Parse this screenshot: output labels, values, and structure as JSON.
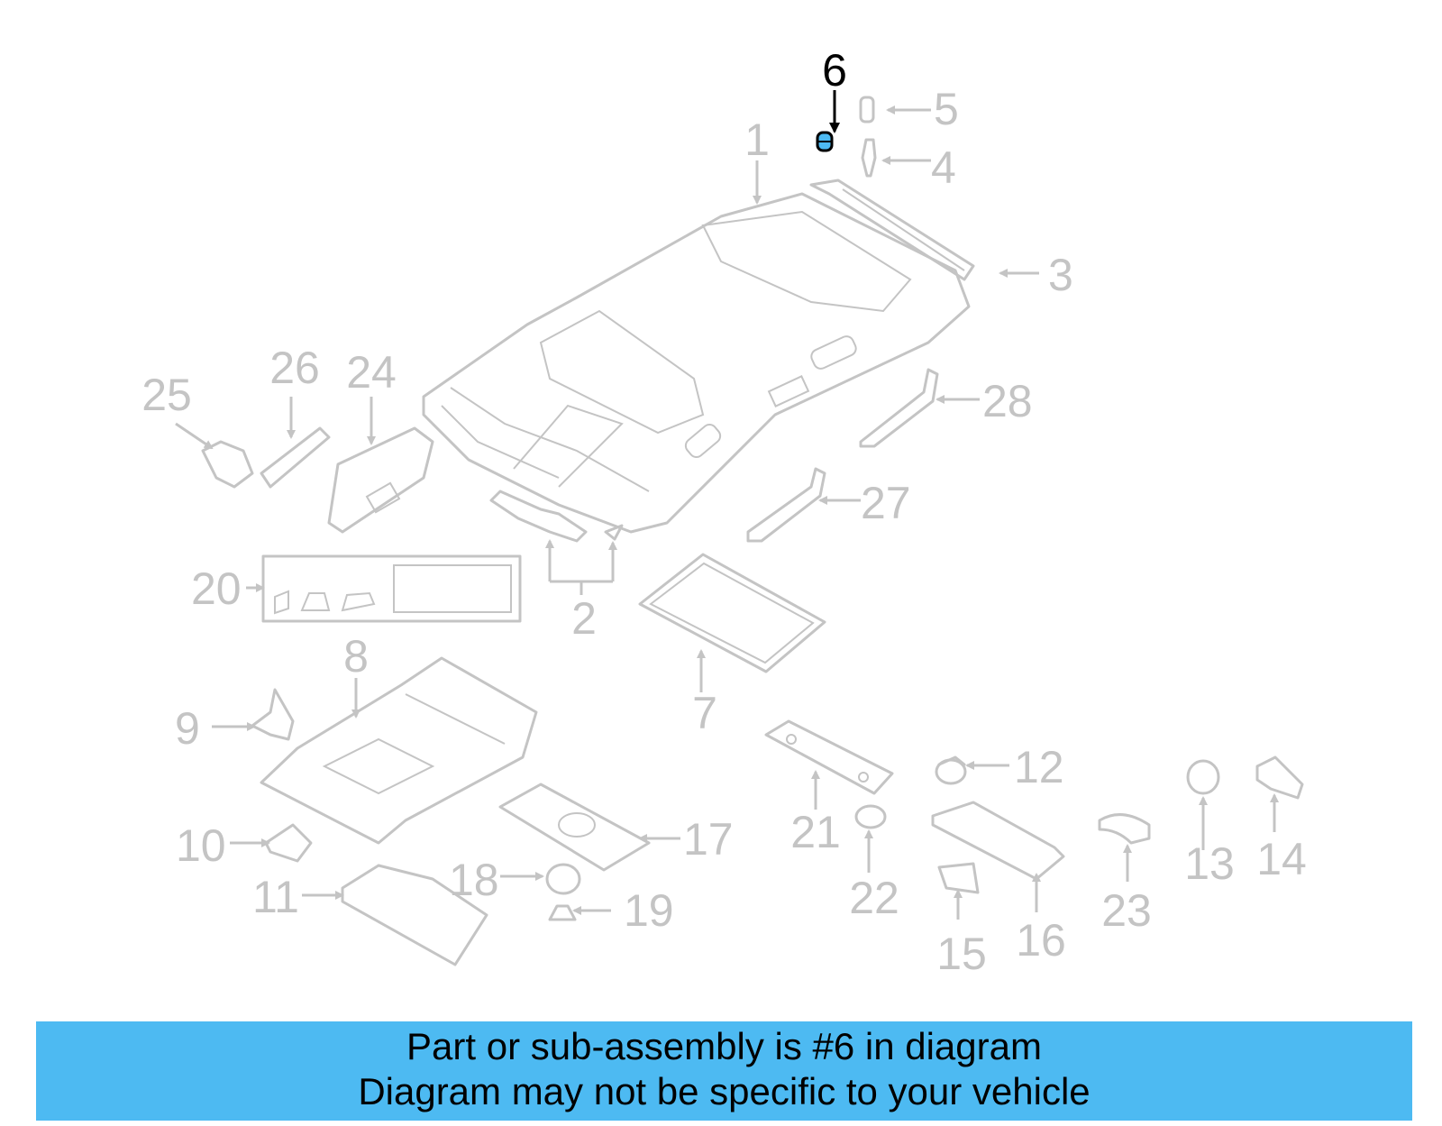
{
  "banner": {
    "line1": "Part or sub-assembly is #6 in diagram",
    "line2": "Diagram may not be specific to your vehicle"
  },
  "colors": {
    "part_line": "#c4c4c4",
    "highlight": "#000000",
    "highlight_part_fill": "#4dbaf2",
    "banner_background": "#4dbaf2"
  },
  "callouts": {
    "c1": "1",
    "c2": "2",
    "c3": "3",
    "c4": "4",
    "c5": "5",
    "c6": "6",
    "c7": "7",
    "c8": "8",
    "c9": "9",
    "c10": "10",
    "c11": "11",
    "c12": "12",
    "c13": "13",
    "c14": "14",
    "c15": "15",
    "c16": "16",
    "c17": "17",
    "c18": "18",
    "c19": "19",
    "c20": "20",
    "c21": "21",
    "c22": "22",
    "c23": "23",
    "c24": "24",
    "c25": "25",
    "c26": "26",
    "c27": "27",
    "c28": "28"
  },
  "highlighted_part": "6"
}
